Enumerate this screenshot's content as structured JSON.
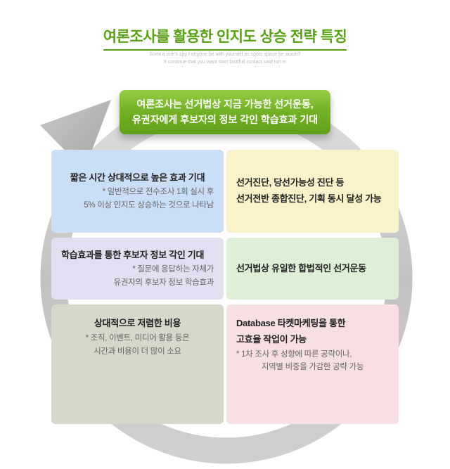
{
  "page": {
    "title": "여론조사를 활용한 인지도 상승 전략 특징",
    "tagline1": "Somt a one's say t anyone be with yourself as spots space be aroun?",
    "tagline2": "It continue that you want start fastffull contact said not m"
  },
  "banner": {
    "line1": "여론조사는 선거법상 지금 가능한 선거운동,",
    "line2": "유권자에게 후보자의 정보 각인 학습효과 기대"
  },
  "colors": {
    "title_green": "#57a213",
    "banner_green_top": "#98cd46",
    "banner_green_bottom": "#61a118",
    "ring_gray": "#c6c6c6",
    "arrow_gray": "#aeaeae"
  },
  "cards": {
    "effect": {
      "title": "짧은 시간 상대적으로 높은 효과 기대",
      "body1": "* 일반적으로 전수조사 1회 실시 후",
      "body2": "5% 이상 인지도 상승하는 것으로 나타남",
      "bg": "#cadef6"
    },
    "diagnosis": {
      "title1": "선거진단, 당선가능성 진단 등",
      "title2": "선거전반 종합진단, 기획 동시 달성 가능",
      "bg": "#f9f2cb"
    },
    "learning": {
      "title": "학습효과를 통한 후보자 정보 각인 기대",
      "body1": "* 질문에 응답하는 자체가",
      "body2": "유권자의 후보자 정보 학습효과",
      "bg": "#e4def2"
    },
    "legal": {
      "title": "선거법상 유일한 합법적인 선거운동",
      "bg": "#ddefd4"
    },
    "cost": {
      "title": "상대적으로 저렴한 비용",
      "body1": "* 조직, 이벤트, 미디어 활용 등은",
      "body2": "시간과 비용이 더 많이 소요",
      "bg": "#d7d7ca"
    },
    "database": {
      "title1": "Database 타켓마케팅을 통한",
      "title2": "고효율 작업이 가능",
      "body1": "* 1차 조사 후 성향에 따른 공략이나,",
      "body2": "지역별 비중을 가감한 공략 가능",
      "bg": "#f8dfe3"
    }
  }
}
